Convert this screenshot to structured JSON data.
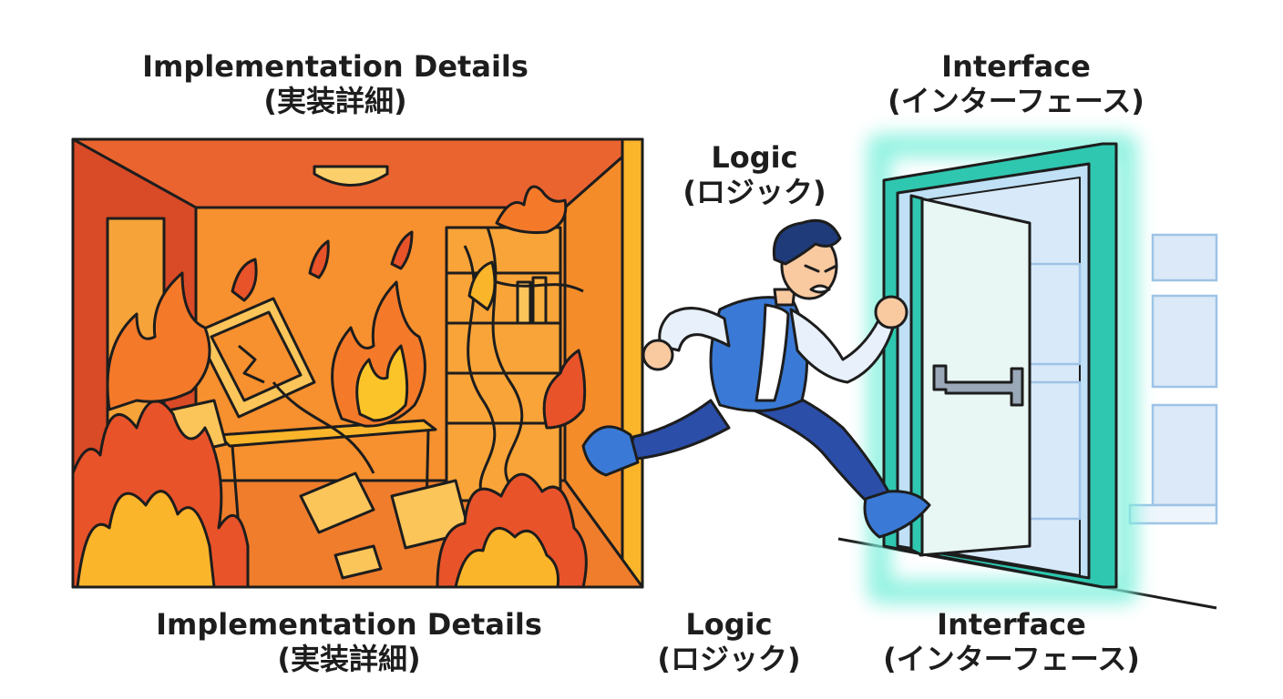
{
  "top_labels": {
    "implementation": {
      "en": "Implementation Details",
      "ja": "(実装詳細)"
    },
    "logic": {
      "en": "Logic",
      "ja": "(ロジック)"
    },
    "interface": {
      "en": "Interface",
      "ja": "(インターフェース)"
    }
  },
  "bottom_labels": {
    "implementation": {
      "en": "Implementation Details",
      "ja": "(実装詳細)"
    },
    "logic": {
      "en": "Logic",
      "ja": "(ロジック)"
    },
    "interface": {
      "en": "Interface",
      "ja": "(インターフェース)"
    }
  },
  "colors": {
    "fire_dark": "#e0512a",
    "fire_mid": "#f47a2a",
    "fire_light": "#fbb52a",
    "room_wall": "#f7902e",
    "door_teal": "#2fc7b0",
    "door_glow": "#7ff0dc",
    "jacket_blue": "#3a7ad6",
    "pants_blue": "#2b4ea8",
    "hair_navy": "#1f3b7a",
    "hall_blue": "#dbe9f8"
  }
}
